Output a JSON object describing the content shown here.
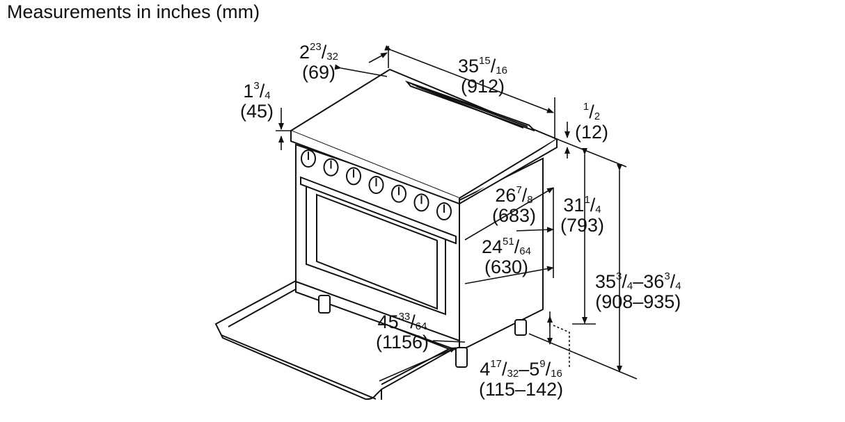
{
  "title": "Measurements in inches (mm)",
  "dimensions": {
    "depth_top_offset": {
      "whole": "2",
      "num": "23",
      "den": "32",
      "mm": "(69)"
    },
    "width": {
      "whole": "35",
      "num": "15",
      "den": "16",
      "mm": "(912)"
    },
    "backguard_height": {
      "whole": "1",
      "num": "3",
      "den": "4",
      "mm": "(45)"
    },
    "trim_offset": {
      "whole": "",
      "num": "1",
      "den": "2",
      "mm": "(12)"
    },
    "depth_body": {
      "whole": "26",
      "num": "7",
      "den": "8",
      "mm": "(683)"
    },
    "counter_height": {
      "whole": "31",
      "num": "1",
      "den": "4",
      "mm": "(793)"
    },
    "depth_oven": {
      "whole": "24",
      "num": "51",
      "den": "64",
      "mm": "(630)"
    },
    "overall_height": {
      "text_a": "35",
      "num_a": "3",
      "den_a": "4",
      "sep": "–",
      "text_b": "36",
      "num_b": "3",
      "den_b": "4",
      "mm": "(908–935)"
    },
    "depth_door_open": {
      "whole": "45",
      "num": "33",
      "den": "64",
      "mm": "(1156)"
    },
    "leg_height": {
      "text_a": "4",
      "num_a": "17",
      "den_a": "32",
      "sep": "–",
      "text_b": "5",
      "num_b": "9",
      "den_b": "16",
      "mm": "(115–142)"
    }
  },
  "range": {
    "knob_count": 7
  }
}
